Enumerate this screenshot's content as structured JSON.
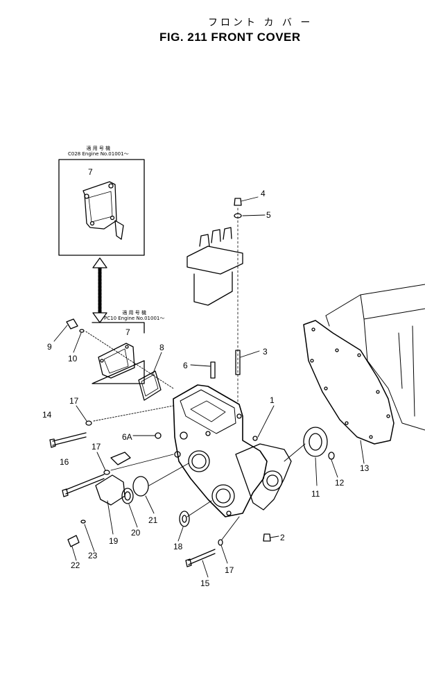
{
  "header": {
    "title_jp": "フロント カ バ ー",
    "title_en": "FIG. 211  FRONT COVER"
  },
  "insets": {
    "upper": {
      "applicability_jp": "適 用 号 機",
      "engine_line": "C028 Engine No.01001～",
      "part_no": "7"
    },
    "lower": {
      "applicability_jp": "適 用 号 機",
      "engine_line": "PC10 Engine No.01001～",
      "part_no": "7"
    }
  },
  "callouts": {
    "p1": "1",
    "p2": "2",
    "p3": "3",
    "p4": "4",
    "p5": "5",
    "p6": "6",
    "p6a": "6A",
    "p8": "8",
    "p9": "9",
    "p10": "10",
    "p11": "11",
    "p12": "12",
    "p13": "13",
    "p14": "14",
    "p15": "15",
    "p16": "16",
    "p17a": "17",
    "p17b": "17",
    "p17c": "17",
    "p18": "18",
    "p19": "19",
    "p20": "20",
    "p21": "21",
    "p22": "22",
    "p23": "23"
  }
}
